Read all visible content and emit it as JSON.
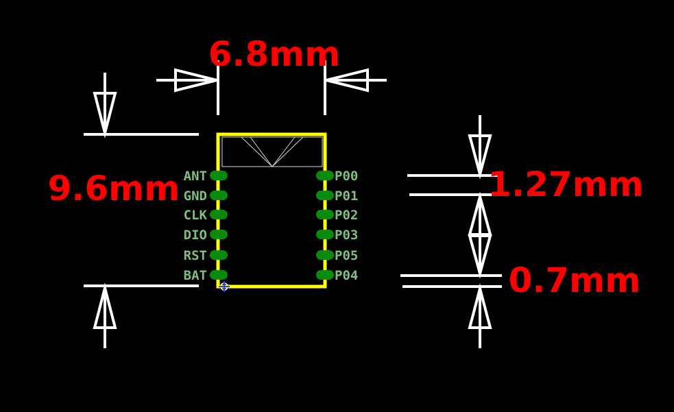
{
  "colors": {
    "background": "#000000",
    "outline": "#ffff00",
    "dimension_lines": "#ffffff",
    "dimension_text": "#ff0000",
    "pads": "#0a8a0a",
    "pin_text": "#7fbf7f",
    "cursor": "#2040ff"
  },
  "dimensions": {
    "width": "6.8mm",
    "height": "9.6mm",
    "pitch": "1.27mm",
    "pad_width": "0.7mm"
  },
  "pins": {
    "left": [
      "ANT",
      "GND",
      "CLK",
      "DIO",
      "RST",
      "BAT"
    ],
    "right": [
      "P00",
      "P01",
      "P02",
      "P03",
      "P05",
      "P04"
    ]
  },
  "icons": {
    "origin_marker": "crosshair-origin-icon"
  }
}
